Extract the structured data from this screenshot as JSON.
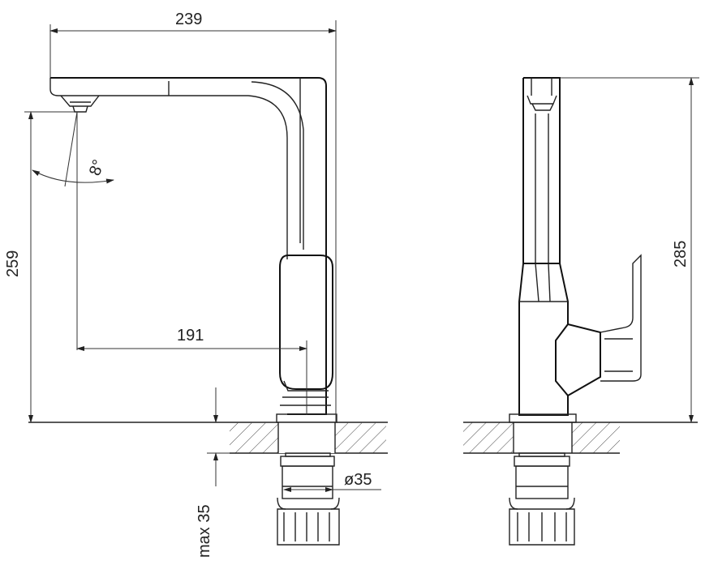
{
  "dimensions": {
    "spout_reach_total": "239",
    "spout_height": "259",
    "spout_reach_center": "191",
    "spout_angle": "8°",
    "overall_height": "285",
    "hole_diameter": "ø35",
    "max_thickness": "max 35"
  },
  "colors": {
    "line": "#222222",
    "background": "#ffffff"
  }
}
